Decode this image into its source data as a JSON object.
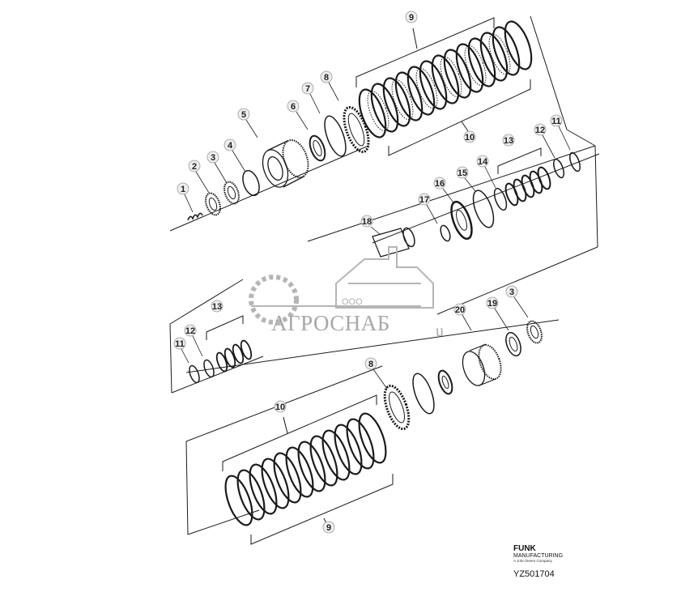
{
  "callouts_top": [
    "1",
    "2",
    "3",
    "4",
    "5",
    "6",
    "7",
    "8",
    "9",
    "10",
    "11",
    "12",
    "13",
    "14",
    "15",
    "16",
    "17",
    "18"
  ],
  "callouts_bottom": [
    "3",
    "19",
    "20",
    "8",
    "10",
    "9",
    "11",
    "12",
    "13"
  ],
  "watermark": {
    "brand": "АГРОСНАБ",
    "prefix": "ООО",
    "suffix": "u"
  },
  "brand": {
    "line1": "FUNK",
    "line2": "MANUFACTURING",
    "line3": "A John Deere Company"
  },
  "drawing_number": "YZ501704",
  "colors": {
    "line": "#1a1a1a",
    "callout_fill": "#eeeeee",
    "callout_stroke": "#9a9a9a",
    "watermark": "#b5b5b5"
  }
}
